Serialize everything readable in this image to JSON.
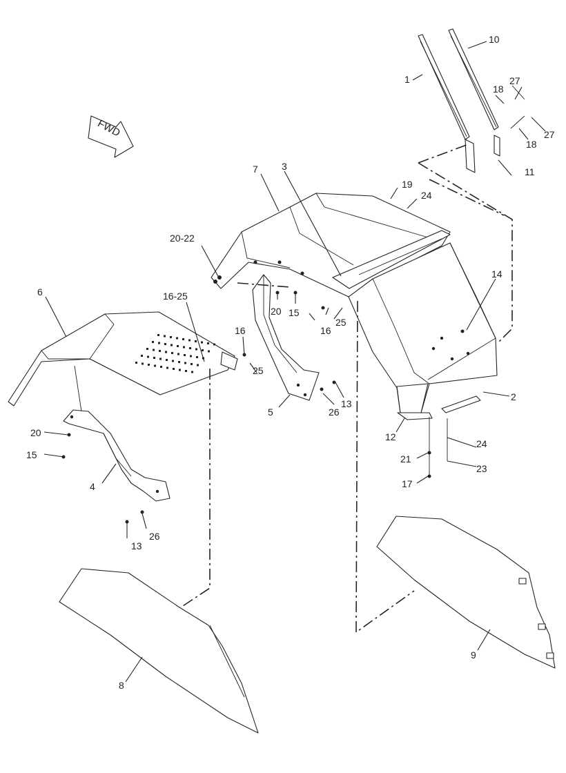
{
  "direction_tag": "FWD",
  "callouts": {
    "c1": "1",
    "c2": "2",
    "c3": "3",
    "c4": "4",
    "c5": "5",
    "c6": "6",
    "c7": "7",
    "c8": "8",
    "c9": "9",
    "c10": "10",
    "c11": "11",
    "c12": "12",
    "c13a": "13",
    "c13b": "13",
    "c14": "14",
    "c15a": "15",
    "c15b": "15",
    "c16a": "16",
    "c16b": "16",
    "c16_25": "16-25",
    "c17": "17",
    "c18a": "18",
    "c18b": "18",
    "c19": "19",
    "c20a": "20",
    "c20b": "20",
    "c20_22": "20-22",
    "c21": "21",
    "c23": "23",
    "c24a": "24",
    "c24b": "24",
    "c25a": "25",
    "c25b": "25",
    "c26a": "26",
    "c26b": "26",
    "c27a": "27",
    "c27b": "27"
  }
}
